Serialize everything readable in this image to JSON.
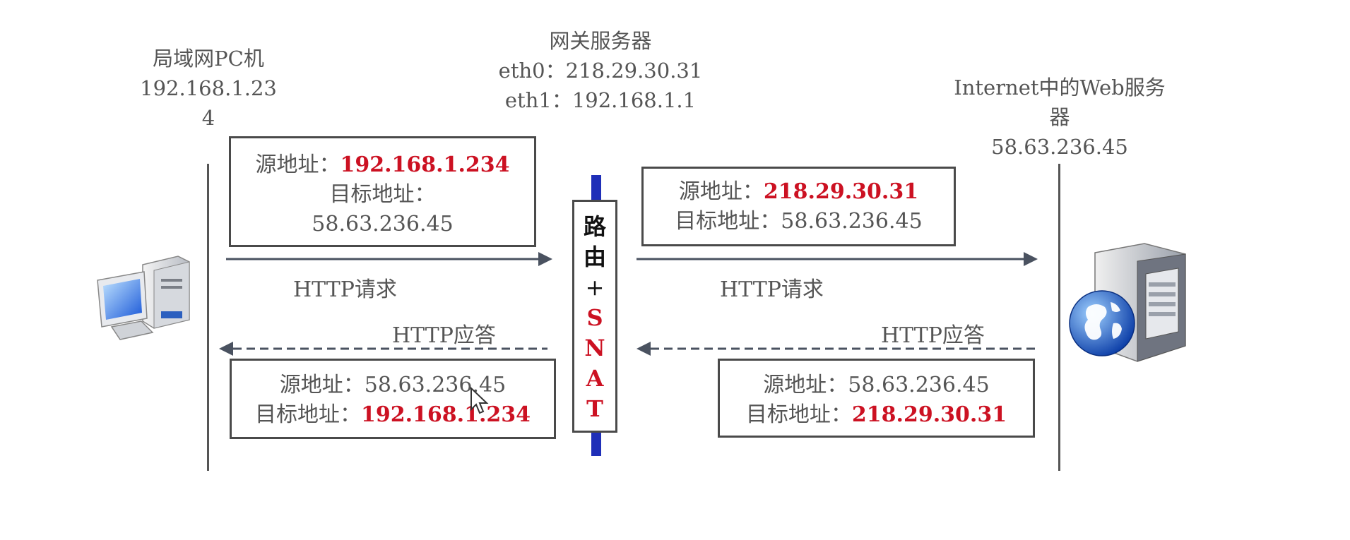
{
  "lan_pc": {
    "title": "局域网PC机",
    "ip_line1": "192.168.1.23",
    "ip_line2": "4"
  },
  "gateway": {
    "title": "网关服务器",
    "eth0": "eth0：218.29.30.31",
    "eth1": "eth1：192.168.1.1"
  },
  "web_server": {
    "title_line1": "Internet中的Web服务",
    "title_line2": "器",
    "ip": "58.63.236.45"
  },
  "router": {
    "chars": [
      "路",
      "由",
      "+",
      "S",
      "N",
      "A",
      "T"
    ]
  },
  "boxes": {
    "left_request": {
      "src_label": "源地址：",
      "src_value": "192.168.1.234",
      "dst_label": "目标地址：",
      "dst_value": "58.63.236.45"
    },
    "right_request": {
      "src_label": "源地址：",
      "src_value": "218.29.30.31",
      "dst_label": "目标地址：",
      "dst_value": "58.63.236.45"
    },
    "left_response": {
      "src_label": "源地址：",
      "src_value": "58.63.236.45",
      "dst_label": "目标地址：",
      "dst_value": "192.168.1.234"
    },
    "right_response": {
      "src_label": "源地址：",
      "src_value": "58.63.236.45",
      "dst_label": "目标地址：",
      "dst_value": "218.29.30.31"
    }
  },
  "arrows": {
    "left_request": "HTTP请求",
    "right_request": "HTTP请求",
    "left_response": "HTTP应答",
    "right_response": "HTTP应答"
  },
  "colors": {
    "highlight": "#cc1122",
    "line": "#555555",
    "router_bar": "#1f2fb8"
  },
  "icons": {
    "pc": "desktop-computer-icon",
    "server": "web-server-globe-icon",
    "cursor": "mouse-pointer-icon"
  }
}
